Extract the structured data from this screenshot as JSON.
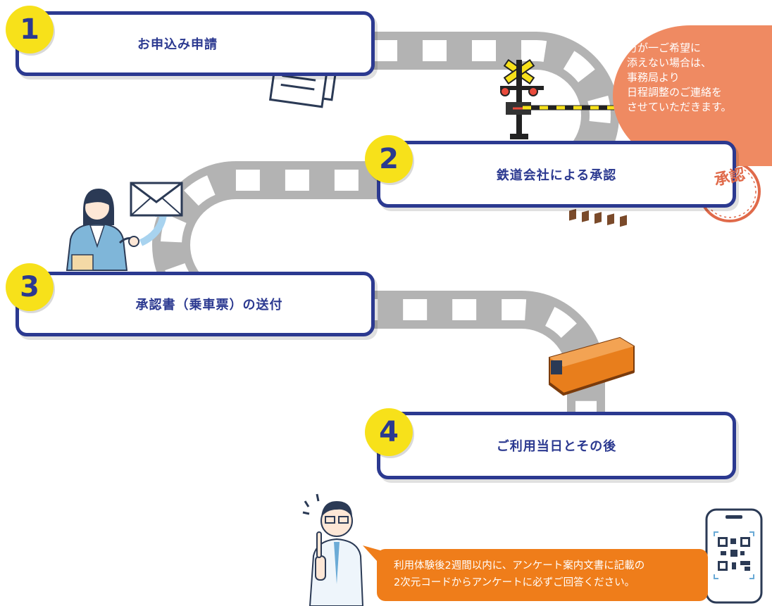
{
  "steps": [
    {
      "number": "1",
      "title": "お申込み申請"
    },
    {
      "number": "2",
      "title": "鉄道会社による承認"
    },
    {
      "number": "3",
      "title": "承認書（乗車票）の送付"
    },
    {
      "number": "4",
      "title": "ご利用当日とその後"
    }
  ],
  "note_bubble": {
    "lines": [
      "万が一ご希望に",
      "添えない場合は、",
      "事務局より",
      "日程調整のご連絡を",
      "させていただきます。"
    ]
  },
  "stamp": {
    "text": "承認"
  },
  "survey": {
    "lines": [
      "利用体験後2週間以内に、アンケート案内文書に記載の",
      "2次元コードからアンケートに必ずご回答ください。"
    ]
  },
  "colors": {
    "navy": "#2b3990",
    "badge_yellow": "#f7e11a",
    "track_gray": "#b3b3b3",
    "bubble_salmon": "#ef8a62",
    "survey_orange": "#ef7d1a",
    "stamp_red": "#e06a4a"
  },
  "icons": [
    "documents-icon",
    "railroad-crossing-icon",
    "approval-stamp-icon",
    "woman-with-envelope-icon",
    "envelope-icon",
    "train-icon",
    "man-pointing-icon",
    "smartphone-qr-icon"
  ]
}
